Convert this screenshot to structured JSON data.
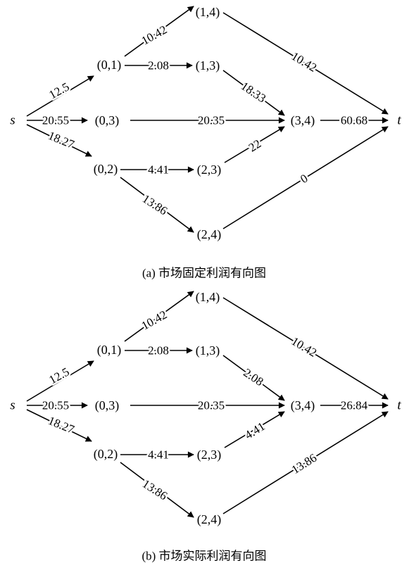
{
  "diagrams": [
    {
      "caption": "(a) 市场固定利润有向图",
      "source_label": "s",
      "sink_label": "t",
      "nodes": [
        {
          "id": "n01",
          "label": "(0,1)"
        },
        {
          "id": "n03",
          "label": "(0,3)"
        },
        {
          "id": "n02",
          "label": "(0,2)"
        },
        {
          "id": "n14",
          "label": "(1,4)"
        },
        {
          "id": "n13",
          "label": "(1,3)"
        },
        {
          "id": "n34",
          "label": "(3,4)"
        },
        {
          "id": "n23",
          "label": "(2,3)"
        },
        {
          "id": "n24",
          "label": "(2,4)"
        }
      ],
      "edges": [
        {
          "from": "s",
          "to": "n01",
          "weight": "12.5"
        },
        {
          "from": "s",
          "to": "n03",
          "weight": "20.55"
        },
        {
          "from": "s",
          "to": "n02",
          "weight": "18.27"
        },
        {
          "from": "n01",
          "to": "n14",
          "weight": "10.42"
        },
        {
          "from": "n01",
          "to": "n13",
          "weight": "2.08"
        },
        {
          "from": "n03",
          "to": "n34",
          "weight": "20.35"
        },
        {
          "from": "n13",
          "to": "n34",
          "weight": "18.33"
        },
        {
          "from": "n02",
          "to": "n23",
          "weight": "4.41"
        },
        {
          "from": "n02",
          "to": "n24",
          "weight": "13.86"
        },
        {
          "from": "n23",
          "to": "n34",
          "weight": "22"
        },
        {
          "from": "n14",
          "to": "t",
          "weight": "10.42"
        },
        {
          "from": "n34",
          "to": "t",
          "weight": "60.68"
        },
        {
          "from": "n24",
          "to": "t",
          "weight": "0"
        }
      ]
    },
    {
      "caption": "(b) 市场实际利润有向图",
      "source_label": "s",
      "sink_label": "t",
      "nodes": [
        {
          "id": "n01",
          "label": "(0,1)"
        },
        {
          "id": "n03",
          "label": "(0,3)"
        },
        {
          "id": "n02",
          "label": "(0,2)"
        },
        {
          "id": "n14",
          "label": "(1,4)"
        },
        {
          "id": "n13",
          "label": "(1,3)"
        },
        {
          "id": "n34",
          "label": "(3,4)"
        },
        {
          "id": "n23",
          "label": "(2,3)"
        },
        {
          "id": "n24",
          "label": "(2,4)"
        }
      ],
      "edges": [
        {
          "from": "s",
          "to": "n01",
          "weight": "12.5"
        },
        {
          "from": "s",
          "to": "n03",
          "weight": "20.55"
        },
        {
          "from": "s",
          "to": "n02",
          "weight": "18.27"
        },
        {
          "from": "n01",
          "to": "n14",
          "weight": "10.42"
        },
        {
          "from": "n01",
          "to": "n13",
          "weight": "2.08"
        },
        {
          "from": "n03",
          "to": "n34",
          "weight": "20.35"
        },
        {
          "from": "n13",
          "to": "n34",
          "weight": "2.08"
        },
        {
          "from": "n02",
          "to": "n23",
          "weight": "4.41"
        },
        {
          "from": "n02",
          "to": "n24",
          "weight": "13.86"
        },
        {
          "from": "n23",
          "to": "n34",
          "weight": "4.41"
        },
        {
          "from": "n14",
          "to": "t",
          "weight": "10.42"
        },
        {
          "from": "n34",
          "to": "t",
          "weight": "26.84"
        },
        {
          "from": "n24",
          "to": "t",
          "weight": "13.86"
        }
      ]
    }
  ]
}
